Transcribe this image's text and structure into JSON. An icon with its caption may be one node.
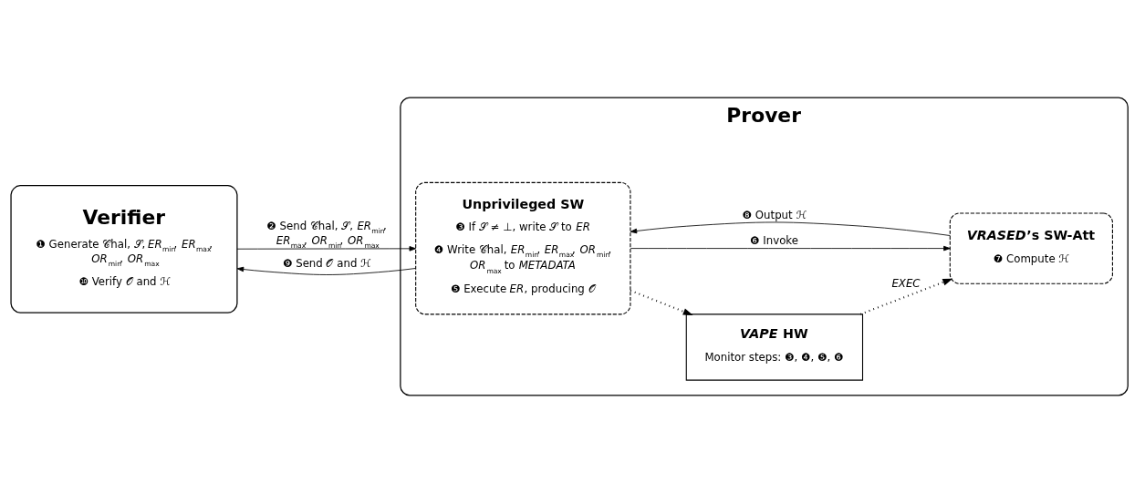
{
  "diagram": {
    "nodes": [
      {
        "text": [
          "Verifier",
          "❶ Generate 𝒞hal, 𝒮, *ER*$_{min}$, *ER*$_{max}$, *OR*$_{min}$, *OR*$_{max}$",
          "❿ Verify 𝒪 and ℋ"
        ]
      },
      {
        "text": [
          "Prover"
        ]
      },
      {
        "text": [
          "Unprivileged SW",
          "❸ If 𝒮 ≠ ⊥, write 𝒮 to *ER*",
          "❹ Write 𝒞hal, *ER*$_{min}$, *ER*$_{max}$, *OR*$_{min}$, *OR*$_{max}$ to *METADATA*",
          "❺ Execute *ER*, producing 𝒪"
        ],
        "in": 1
      },
      {
        "text": [
          "*VAPE* HW",
          "Monitor steps: ❸, ❹, ❺, ❻"
        ],
        "in": 1
      },
      {
        "text": [
          "*VRASED*’s SW-Att",
          "❼ Compute ℋ"
        ],
        "in": 1
      }
    ],
    "edges": [
      {
        "from": 0,
        "to": 2,
        "arrow": "to",
        "label": "❷ Send 𝒞hal, 𝒮, *ER*$_{min}$, *ER*$_{max}$, *OR*$_{min}$, *OR*$_{max}$"
      },
      {
        "from": 2,
        "to": 3,
        "arrow": "to",
        "style": "dashed"
      },
      {
        "from": 3,
        "to": 4,
        "arrow": "to",
        "style": "dashed",
        "label": "*EXEC*"
      },
      {
        "from": 2,
        "to": 4,
        "arrow": "to",
        "label": "❻ Invoke"
      },
      {
        "from": 4,
        "to": 2,
        "arrow": "to",
        "label": "❽ Output ℋ"
      },
      {
        "from": 2,
        "to": 0,
        "arrow": "to",
        "label": "❾ Send 𝒪 and ℋ"
      }
    ]
  }
}
